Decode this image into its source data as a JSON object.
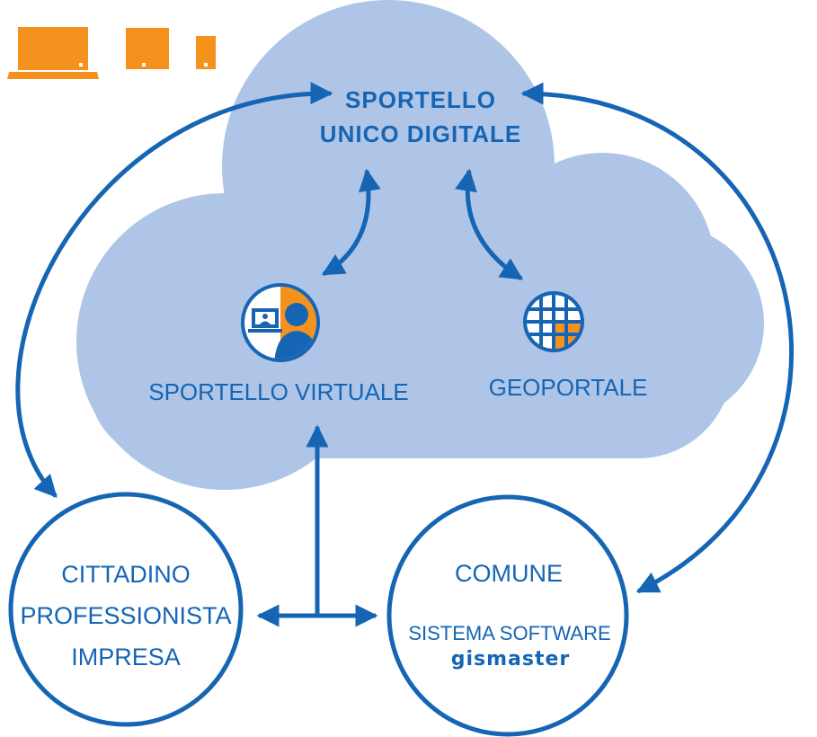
{
  "colors": {
    "blue": "#1565b4",
    "cloud": "#aec5e7",
    "orange": "#f5921e"
  },
  "devices": {
    "icons": [
      "laptop-icon",
      "tablet-icon",
      "phone-icon"
    ]
  },
  "cloud": {
    "title_line1": "SPORTELLO",
    "title_line2": "UNICO DIGITALE",
    "left_label": "SPORTELLO VIRTUALE",
    "right_label": "GEOPORTALE",
    "left_icon": "video-call-person-icon",
    "right_icon": "globe-grid-icon"
  },
  "left_circle": {
    "line1": "CITTADINO",
    "line2": "PROFESSIONISTA",
    "line3": "IMPRESA"
  },
  "right_circle": {
    "title": "COMUNE",
    "subtitle": "SISTEMA SOFTWARE",
    "logo_text": "gismaster"
  }
}
